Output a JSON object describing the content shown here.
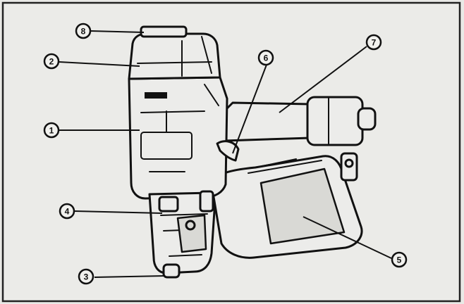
{
  "figure": {
    "callouts": [
      {
        "id": "c1",
        "label": "1"
      },
      {
        "id": "c2",
        "label": "2"
      },
      {
        "id": "c3",
        "label": "3"
      },
      {
        "id": "c4",
        "label": "4"
      },
      {
        "id": "c5",
        "label": "5"
      },
      {
        "id": "c6",
        "label": "6"
      },
      {
        "id": "c7",
        "label": "7"
      },
      {
        "id": "c8",
        "label": "8"
      }
    ]
  }
}
